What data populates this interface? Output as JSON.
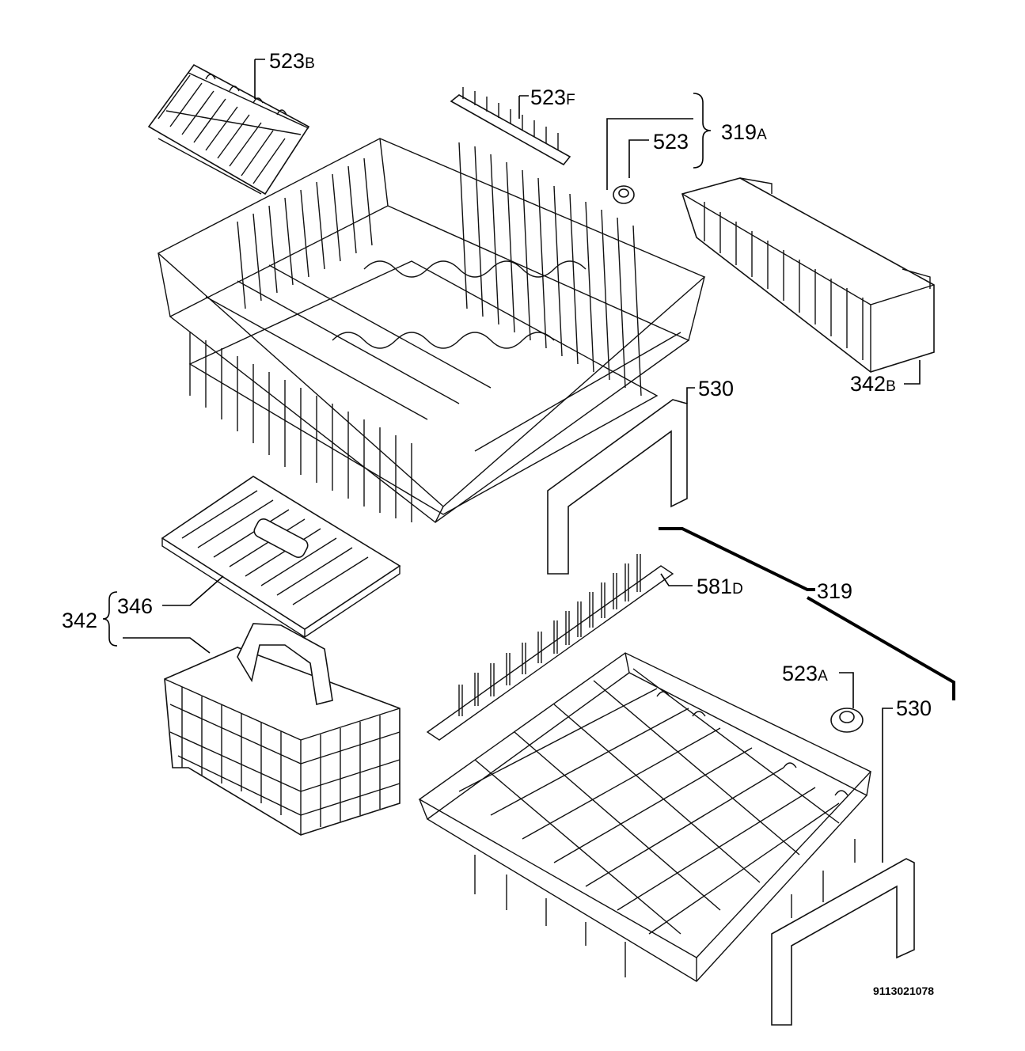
{
  "labels": {
    "p523b": {
      "num": "523",
      "suffix": "B"
    },
    "p523f": {
      "num": "523",
      "suffix": "F"
    },
    "p523": {
      "num": "523"
    },
    "p319a": {
      "num": "319",
      "suffix": "A"
    },
    "p342b": {
      "num": "342",
      "suffix": "B"
    },
    "p530_top": {
      "num": "530"
    },
    "p346": {
      "num": "346"
    },
    "p342": {
      "num": "342"
    },
    "p581d": {
      "num": "581",
      "suffix": "D"
    },
    "p319": {
      "num": "319"
    },
    "p523a": {
      "num": "523",
      "suffix": "A"
    },
    "p530_bottom": {
      "num": "530"
    }
  },
  "drawing_code": "9113021078"
}
